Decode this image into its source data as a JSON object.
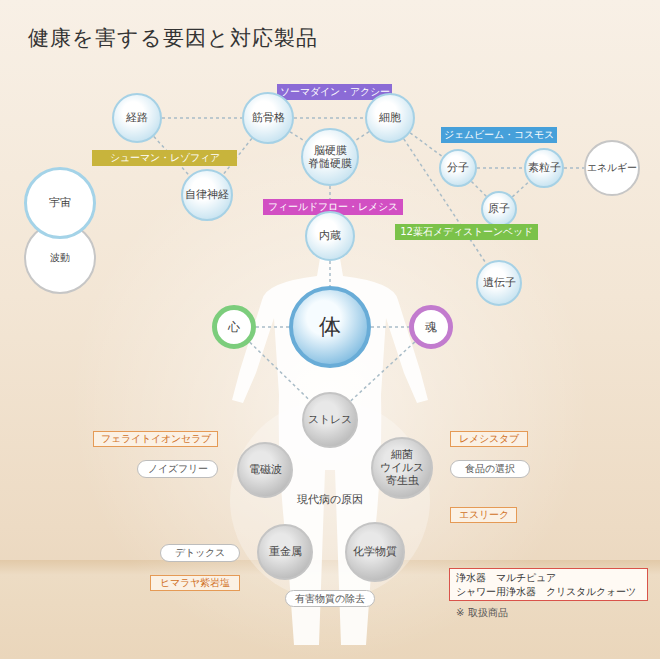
{
  "diagram": {
    "title": "健康を害する要因と対応製品",
    "nodes": [
      {
        "text": [
          "ソーマダイン・アクシー"
        ]
      },
      {
        "text": [
          "経路"
        ]
      },
      {
        "text": [
          "筋骨格"
        ]
      },
      {
        "text": [
          "細胞"
        ]
      },
      {
        "text": [
          "ジェムビーム・コスモス"
        ]
      },
      {
        "text": [
          "シューマン・レゾフィア"
        ]
      },
      {
        "text": [
          "脳硬膜 脊髄硬膜"
        ]
      },
      {
        "text": [
          "分子"
        ]
      },
      {
        "text": [
          "素粒子"
        ]
      },
      {
        "text": [
          "エネルギー"
        ]
      },
      {
        "text": [
          "宇宙"
        ]
      },
      {
        "text": [
          "自律神経"
        ]
      },
      {
        "text": [
          "フィールドフロー・レメシス"
        ]
      },
      {
        "text": [
          "原子"
        ]
      },
      {
        "text": [
          "内蔵"
        ]
      },
      {
        "text": [
          "12葉石メディストーンベッド"
        ]
      },
      {
        "text": [
          "波動"
        ]
      },
      {
        "text": [
          "遺伝子"
        ]
      },
      {
        "text": [
          "心"
        ]
      },
      {
        "text": [
          "体"
        ]
      },
      {
        "text": [
          "魂"
        ]
      },
      {
        "text": [
          "現代病の原因"
        ]
      },
      {
        "text": [
          "ストレス"
        ]
      },
      {
        "text": [
          "フェライトイオンセラブ"
        ]
      },
      {
        "text": [
          "レメシスタブ"
        ]
      },
      {
        "text": [
          "ノイズフリー"
        ]
      },
      {
        "text": [
          "電磁波"
        ]
      },
      {
        "text": [
          "細菌 ウイルス 寄生虫"
        ]
      },
      {
        "text": [
          "食品の選択"
        ]
      },
      {
        "text": [
          "エスリーク"
        ]
      },
      {
        "text": [
          "デトックス"
        ]
      },
      {
        "text": [
          "重金属"
        ]
      },
      {
        "text": [
          "化学物質"
        ]
      },
      {
        "text": [
          "浄水器　マルチピュア",
          "シャワー用浄水器　クリスタルクォーツ"
        ]
      },
      {
        "text": [
          "ヒマラヤ紫岩塩"
        ]
      },
      {
        "text": [
          "有害物質の除去"
        ]
      }
    ],
    "edges": [
      {
        "from": 1,
        "to": 2,
        "arrow": "none"
      },
      {
        "from": 2,
        "to": 3,
        "arrow": "none"
      },
      {
        "from": 1,
        "to": 11,
        "arrow": "none"
      },
      {
        "from": 2,
        "to": 11,
        "arrow": "none"
      },
      {
        "from": 2,
        "to": 6,
        "arrow": "none"
      },
      {
        "from": 3,
        "to": 6,
        "arrow": "none"
      },
      {
        "from": 3,
        "to": 7,
        "arrow": "none"
      },
      {
        "from": 7,
        "to": 8,
        "arrow": "none"
      },
      {
        "from": 8,
        "to": 9,
        "arrow": "none"
      },
      {
        "from": 7,
        "to": 13,
        "arrow": "none"
      },
      {
        "from": 13,
        "to": 8,
        "arrow": "none"
      },
      {
        "from": 3,
        "to": 17,
        "arrow": "none"
      },
      {
        "from": 6,
        "to": 14,
        "arrow": "none"
      },
      {
        "from": 14,
        "to": 19,
        "arrow": "none"
      },
      {
        "from": 18,
        "to": 19,
        "arrow": "none"
      },
      {
        "from": 19,
        "to": 20,
        "arrow": "none"
      },
      {
        "from": 18,
        "to": 22,
        "arrow": "none"
      },
      {
        "from": 20,
        "to": 22,
        "arrow": "none"
      }
    ],
    "labels": [
      "※ 取扱商品"
    ]
  }
}
